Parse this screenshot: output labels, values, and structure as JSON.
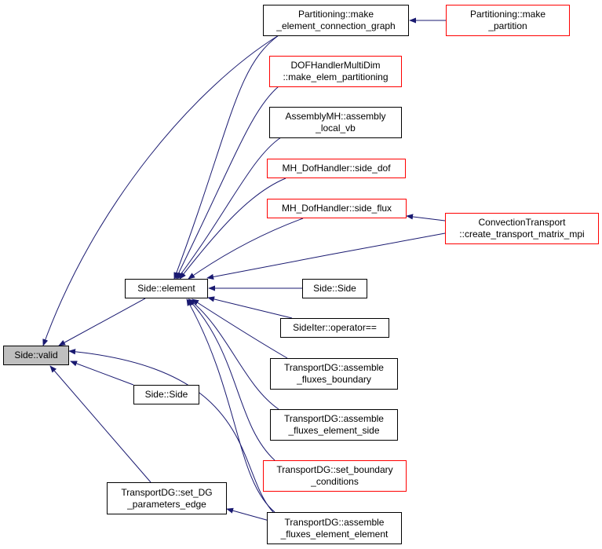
{
  "colors": {
    "edge": "#191970",
    "link_border": "#000000",
    "missing_border": "#ff0000",
    "current_fill": "#bfbfbf"
  },
  "nodes": {
    "valid": [
      "Side::valid"
    ],
    "element": [
      "Side::element"
    ],
    "side_left": [
      "Side::Side"
    ],
    "set_dg": [
      "TransportDG::set_DG",
      "_parameters_edge"
    ],
    "conn_graph": [
      "Partitioning::make",
      "_element_connection_graph"
    ],
    "make_partition": [
      "Partitioning::make",
      "_partition"
    ],
    "dofhandler": [
      "DOFHandlerMultiDim",
      "::make_elem_partitioning"
    ],
    "assembly": [
      "AssemblyMH::assembly",
      "_local_vb"
    ],
    "side_dof": [
      "MH_DofHandler::side_dof"
    ],
    "side_flux": [
      "MH_DofHandler::side_flux"
    ],
    "convection": [
      "ConvectionTransport",
      "::create_transport_matrix_mpi"
    ],
    "side_right": [
      "Side::Side"
    ],
    "sideiter": [
      "SideIter::operator=="
    ],
    "fluxes_boundary": [
      "TransportDG::assemble",
      "_fluxes_boundary"
    ],
    "fluxes_side": [
      "TransportDG::assemble",
      "_fluxes_element_side"
    ],
    "boundary_cond": [
      "TransportDG::set_boundary",
      "_conditions"
    ],
    "fluxes_element": [
      "TransportDG::assemble",
      "_fluxes_element_element"
    ]
  }
}
